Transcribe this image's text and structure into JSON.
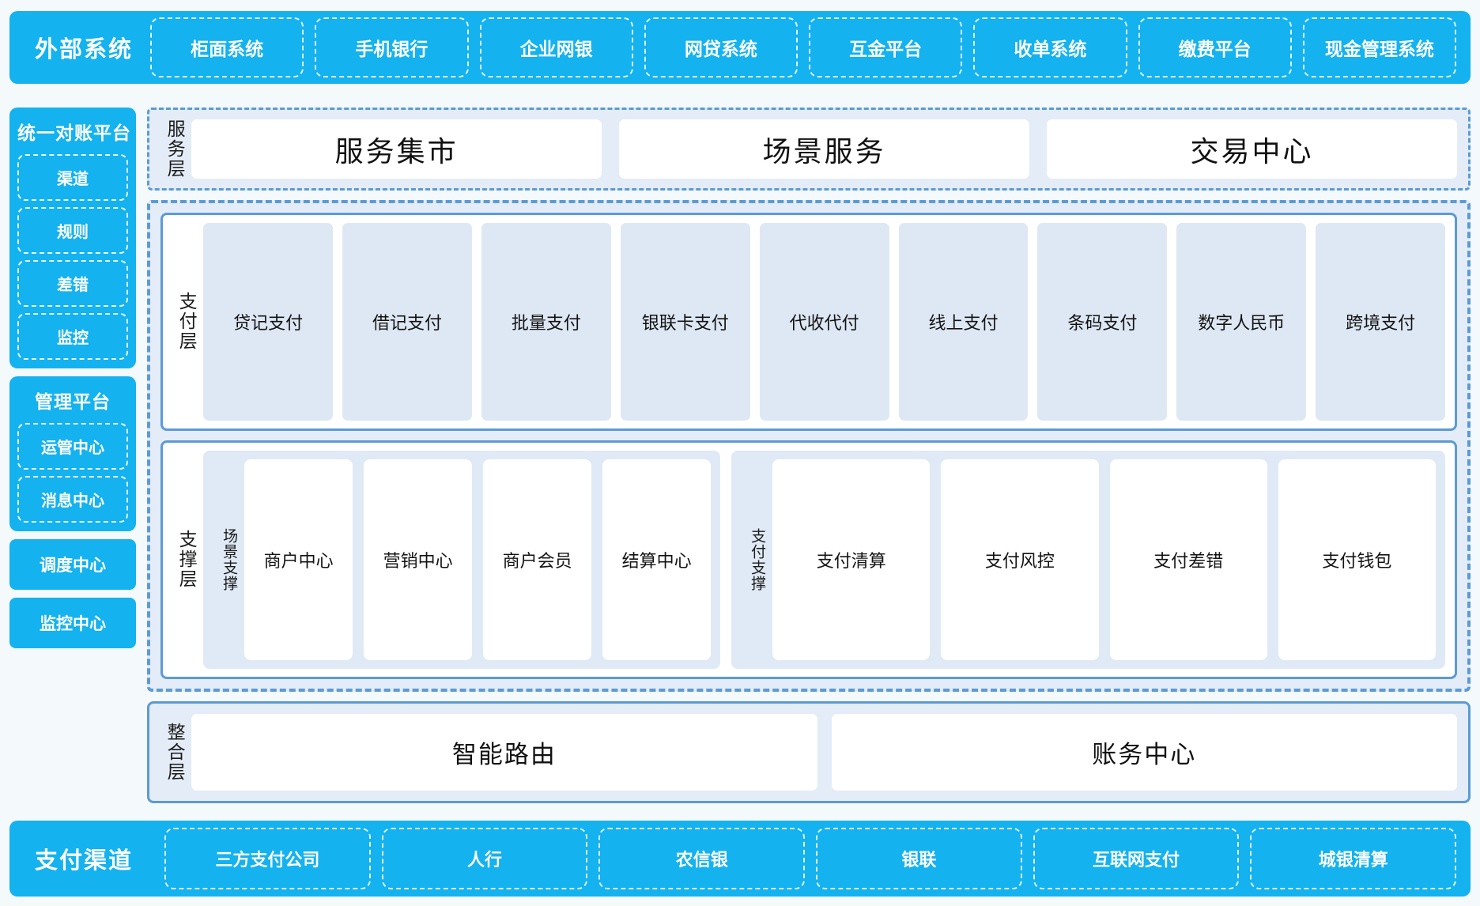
{
  "external_systems": {
    "title": "外部系统",
    "items": [
      "柜面系统",
      "手机银行",
      "企业网银",
      "网贷系统",
      "互金平台",
      "收单系统",
      "缴费平台",
      "现金管理系统"
    ]
  },
  "rail": {
    "reconciliation": {
      "title": "统一对账平台",
      "items": [
        "渠道",
        "规则",
        "差错",
        "监控"
      ]
    },
    "management": {
      "title": "管理平台",
      "items": [
        "运管中心",
        "消息中心"
      ]
    },
    "standalone": [
      "调度中心",
      "监控中心"
    ]
  },
  "service_layer": {
    "label": "服务层",
    "cards": [
      "服务集市",
      "场景服务",
      "交易中心"
    ]
  },
  "payment_layer": {
    "label": "支付层",
    "tiles": [
      "贷记支付",
      "借记支付",
      "批量支付",
      "银联卡支付",
      "代收代付",
      "线上支付",
      "条码支付",
      "数字人民币",
      "跨境支付"
    ]
  },
  "support_layer": {
    "label": "支撑层",
    "groups": [
      {
        "label": "场景支撑",
        "tiles": [
          "商户中心",
          "营销中心",
          "商户会员",
          "结算中心"
        ]
      },
      {
        "label": "支付支撑",
        "tiles": [
          "支付清算",
          "支付风控",
          "支付差错",
          "支付钱包"
        ]
      }
    ]
  },
  "integration_layer": {
    "label": "整合层",
    "cards": [
      "智能路由",
      "账务中心"
    ]
  },
  "payment_channels": {
    "title": "支付渠道",
    "items": [
      "三方支付公司",
      "人行",
      "农信银",
      "银联",
      "互联网支付",
      "城银清算"
    ]
  },
  "colors": {
    "brand_blue": "#14b2ef",
    "border_blue": "#5b9bd5",
    "tile_blue": "#dee8f4",
    "panel_bg": "#e3ecf7",
    "page_bg": "#f4f9fc"
  }
}
